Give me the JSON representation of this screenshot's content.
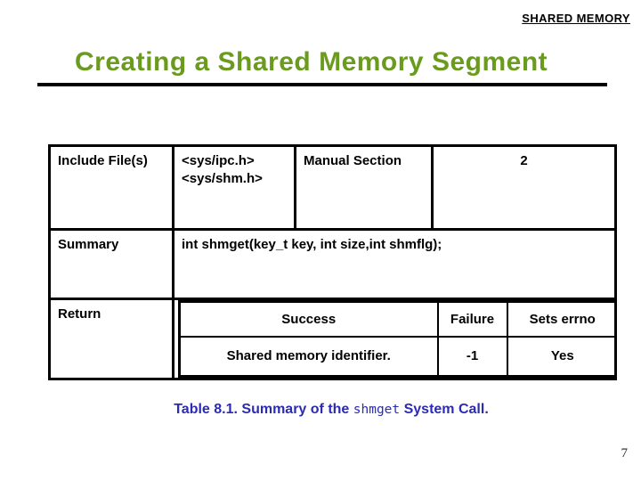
{
  "page": {
    "header_label": "SHARED MEMORY",
    "title": "Creating a Shared Memory Segment",
    "page_number": "7"
  },
  "colors": {
    "title_green": "#6B9B1E",
    "caption_blue": "#2B2BB4",
    "border_black": "#000000",
    "background": "#FFFFFF"
  },
  "table": {
    "include_label": "Include File(s)",
    "include_files": [
      "<sys/ipc.h>",
      "<sys/shm.h>"
    ],
    "manual_section_label": "Manual Section",
    "manual_section_value": "2",
    "summary_label": "Summary",
    "summary_value": "int shmget(key_t key, int size,int shmflg);",
    "return_label": "Return",
    "return_table": {
      "headers": [
        "Success",
        "Failure",
        "Sets errno"
      ],
      "row": [
        "Shared memory identifier.",
        "-1",
        "Yes"
      ]
    }
  },
  "caption": {
    "prefix": "Table 8.1. Summary of the ",
    "code": "shmget",
    "suffix": " System Call."
  }
}
